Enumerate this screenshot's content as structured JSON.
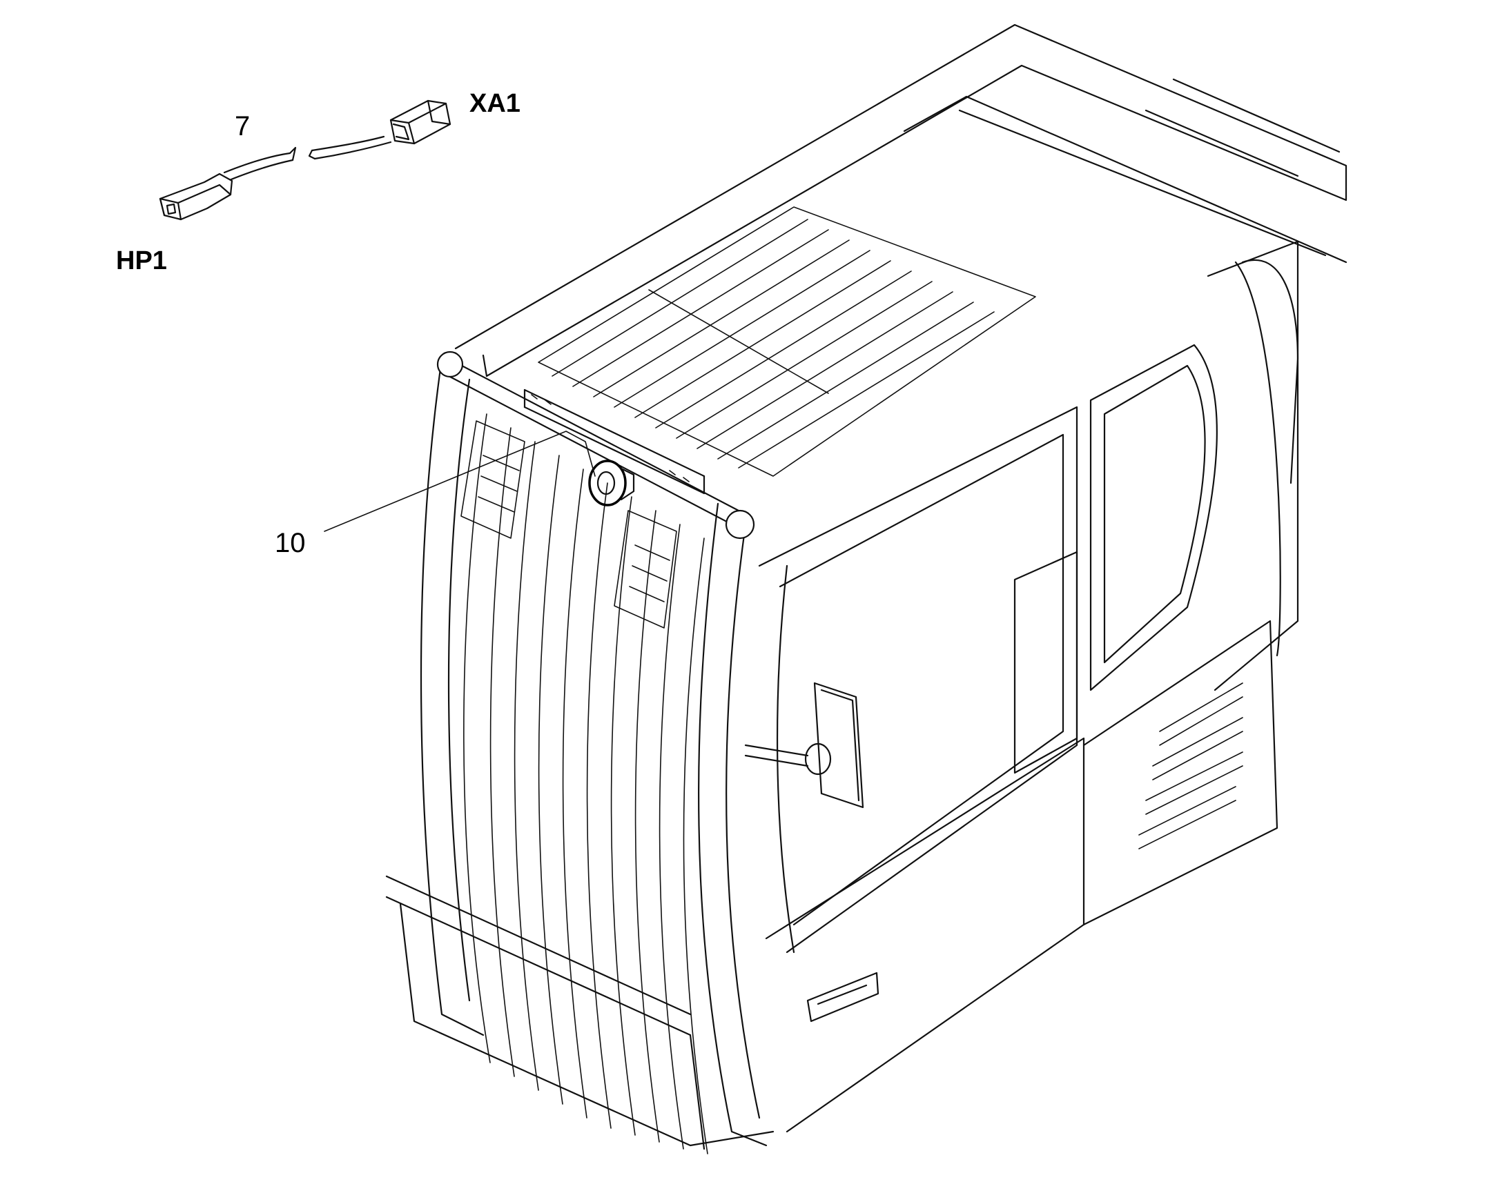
{
  "callouts": {
    "harness_item": "7",
    "connector_xa1": "XA1",
    "connector_hp1": "HP1",
    "horn_item": "10"
  },
  "colors": {
    "background": "#ffffff",
    "linework": "#111111"
  }
}
